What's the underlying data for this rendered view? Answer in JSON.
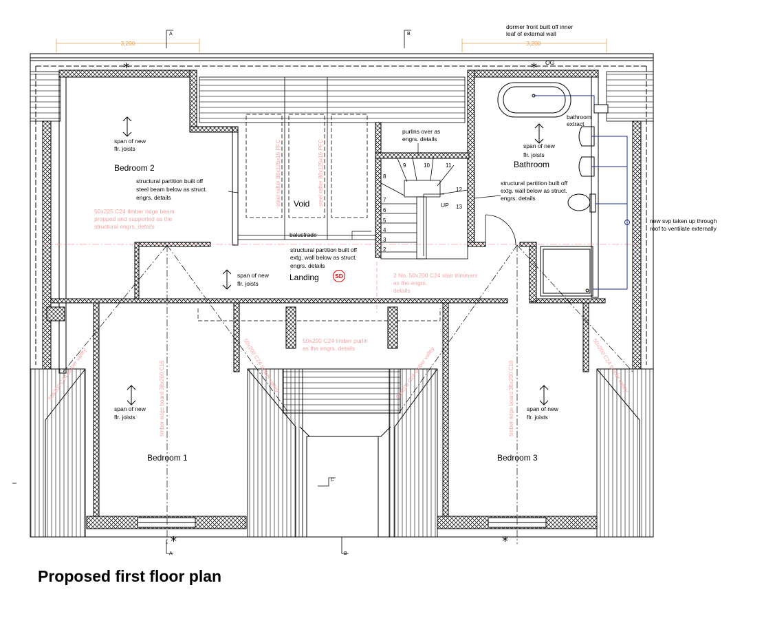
{
  "title": "Proposed first floor plan",
  "dimensions": {
    "left": "3,200",
    "right": "3,200"
  },
  "section_marks": {
    "a_top": "A",
    "b_top": "B",
    "a_bottom": "A",
    "b_bottom": "B",
    "c": "C"
  },
  "notes": {
    "dormer": [
      "dormer front built off inner",
      "leaf of external wall"
    ],
    "og": "OG",
    "bathroom_extract": [
      "bathroom",
      "extract"
    ],
    "purlins": [
      "purlins over as",
      "engrs. details"
    ],
    "partition_bedroom2": [
      "structural partition built off",
      "steel beam below as struct.",
      "engrs. details"
    ],
    "partition_bathroom": [
      "structural partition built off",
      "extg. wall below as struct.",
      "engrs. details"
    ],
    "partition_landing": [
      "structural partition built off",
      "extg. wall below as struct.",
      "engrs. details"
    ],
    "svp": [
      "new svp taken up through",
      "roof to ventilate externally"
    ],
    "balustrade": "balustrade",
    "up": "UP",
    "smoke_detector": "SD"
  },
  "joist_note": [
    "span of new",
    "flr. joists"
  ],
  "rooms": {
    "bedroom1": "Bedroom 1",
    "bedroom2": "Bedroom 2",
    "bedroom3": "Bedroom 3",
    "bathroom": "Bathroom",
    "landing": "Landing",
    "void": "Void"
  },
  "structural_notes": {
    "ridge_beam": [
      "50x225 C24 timber ridge beam",
      "propped and supported  as the",
      "structural engrs. details"
    ],
    "stair_trimmers": [
      "2 No. 50x200 C24 stair  trimmers",
      "as the engrs.",
      "details"
    ],
    "purlin": [
      "50x200 C24 timber purlin",
      "as the engrs. details"
    ],
    "steel_rafter": "steel rafter 88x125x15 PFC",
    "ridge_board": "timber ridge board 38x200 C16",
    "valley_left": "50x200 C24 timber valley",
    "valley_mid_left": "50x200 C24 timber valley",
    "valley_mid_right": "50x200 C24 timber valley",
    "valley_right": "50x200 C24 timber valley"
  },
  "stair_numbers": [
    "2",
    "3",
    "4",
    "5",
    "6",
    "7",
    "8",
    "9",
    "10",
    "11",
    "12",
    "13"
  ],
  "colors": {
    "line": "#000000",
    "annotation": "#f4a3a3",
    "dimension": "#e0a050",
    "drainage": "#1a2a8a"
  }
}
